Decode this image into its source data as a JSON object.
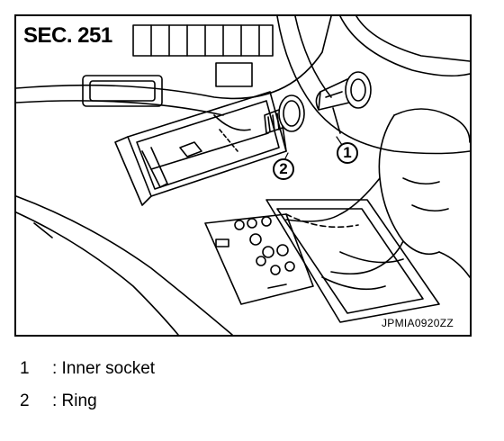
{
  "figure": {
    "section_label": "SEC. 251",
    "image_code": "JPMIA0920ZZ",
    "callouts": [
      "1",
      "2"
    ]
  },
  "legend": [
    {
      "number": "1",
      "text": ": Inner socket"
    },
    {
      "number": "2",
      "text": ": Ring"
    }
  ]
}
